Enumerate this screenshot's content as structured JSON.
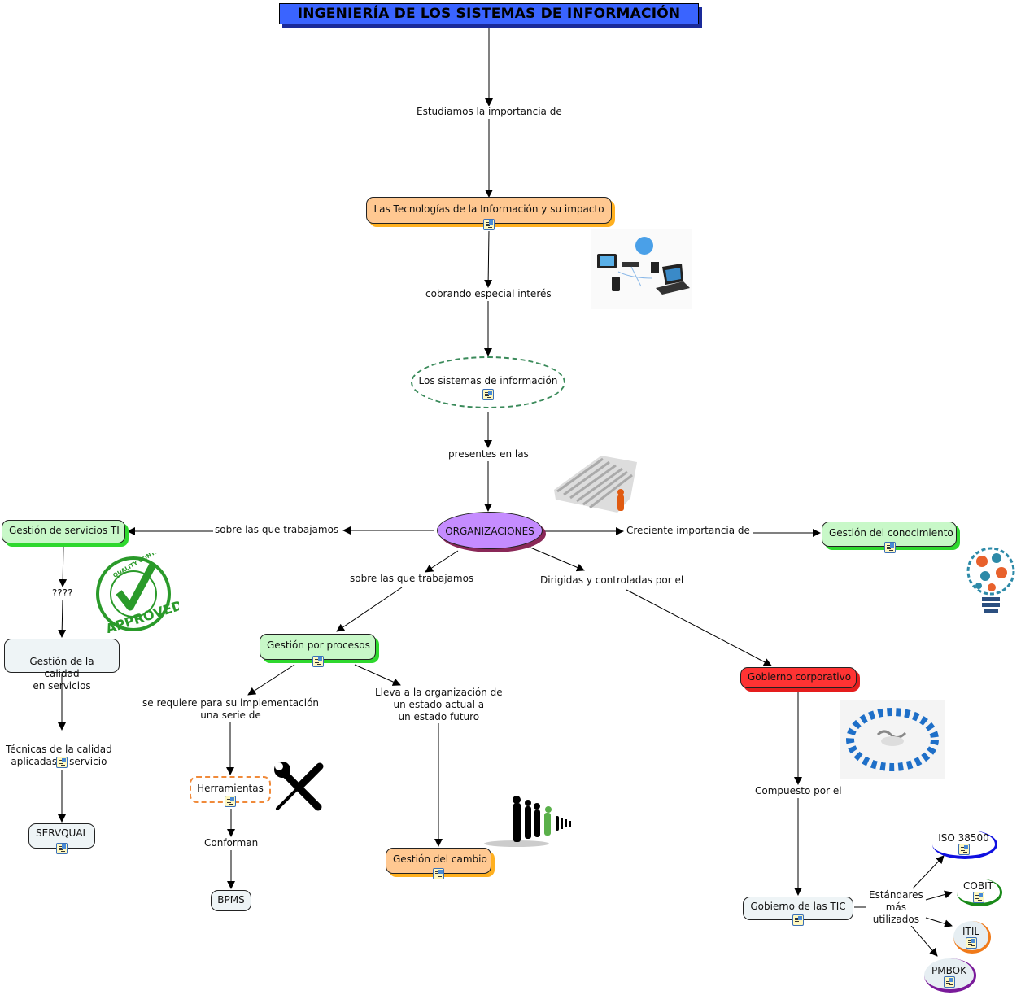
{
  "title": "INGENIERÍA DE LOS SISTEMAS DE INFORMACIÓN",
  "colors": {
    "title_bg": "#3a64ff",
    "green_node": "#c8f8c8",
    "orange_node": "#ffc891",
    "gray_node": "#eef4f6",
    "red_node": "#ff3333",
    "purple_node": "#c58cff",
    "dashed_green": "#3a8a5a",
    "dashed_orange": "#f08a3a"
  },
  "nodes": {
    "tecnologias": "Las Tecnologías de la Información y su impacto",
    "sistemas": "Los sistemas de información",
    "organizaciones": "ORGANIZACIONES",
    "servicios_ti": "Gestión de servicios TI",
    "calidad_servicios": "Gestión de la calidad\nen servicios",
    "tecnicas": "Técnicas de la calidad\naplicadas a servicio",
    "servqual": "SERVQUAL",
    "procesos": "Gestión por procesos",
    "herramientas": "Herramientas",
    "bpms": "BPMS",
    "cambio": "Gestión del cambio",
    "conocimiento": "Gestión del conocimiento",
    "gobierno_corp": "Gobierno corporativo",
    "gobierno_tic": "Gobierno de las TIC",
    "iso": "ISO 38500",
    "cobit": "COBIT",
    "itil": "ITIL",
    "pmbok": "PMBOK"
  },
  "links": {
    "estudiamos": "Estudiamos la importancia de",
    "cobrando": "cobrando especial interés",
    "presentes": "presentes en las",
    "sobre1": "sobre las que trabajamos",
    "sobre2": "sobre las que trabajamos",
    "creciente": "Creciente importancia de",
    "dirigidas": "Dirigidas y controladas por el",
    "interrog": "????",
    "requiere": "se requiere para su implementación\nuna serie de",
    "lleva": "Lleva a la organización de\nun estado actual a\nun estado futuro",
    "conforman": "Conforman",
    "compuesto": "Compuesto por el",
    "estandares": "Estándares\nmás\nutilizados"
  },
  "images": {
    "devices": "devices-network-image",
    "crowd": "crowd-leader-image",
    "approved": "QUALITY CONTROL APPROVED",
    "bulb": "gears-lightbulb-image",
    "tools": "wrench-screwdriver-image",
    "queue": "people-queue-image",
    "circle": "people-circle-puzzle-image"
  }
}
